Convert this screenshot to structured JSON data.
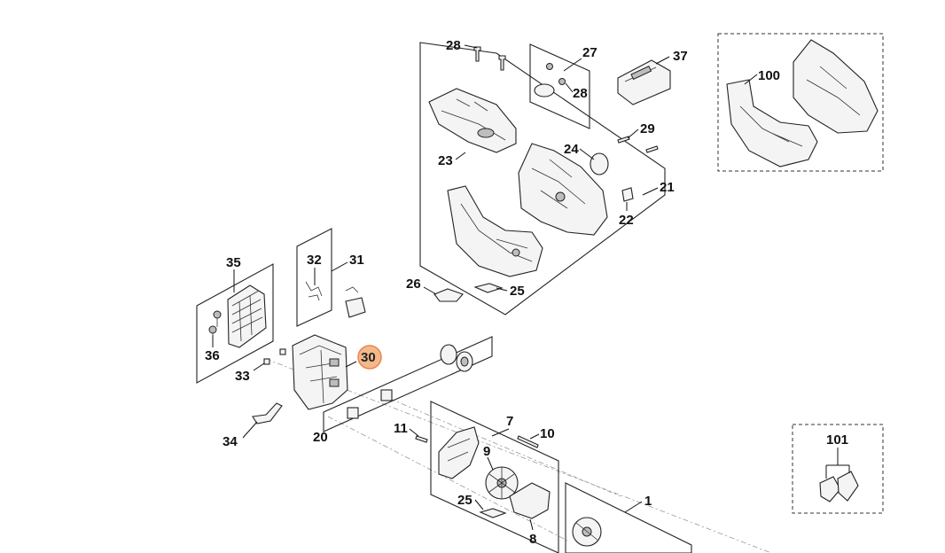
{
  "callouts": {
    "c28a": "28",
    "c27": "27",
    "c28b": "28",
    "c37": "37",
    "c100": "100",
    "c29": "29",
    "c24": "24",
    "c23": "23",
    "c21": "21",
    "c22": "22",
    "c35": "35",
    "c32": "32",
    "c31": "31",
    "c26": "26",
    "c25a": "25",
    "c36": "36",
    "c33": "33",
    "c30": "30",
    "c34": "34",
    "c20": "20",
    "c7": "7",
    "c11": "11",
    "c10": "10",
    "c9": "9",
    "c25b": "25",
    "c8": "8",
    "c1": "1",
    "c101": "101"
  },
  "highlight": {
    "part": "30",
    "color": "#f3b98b"
  }
}
